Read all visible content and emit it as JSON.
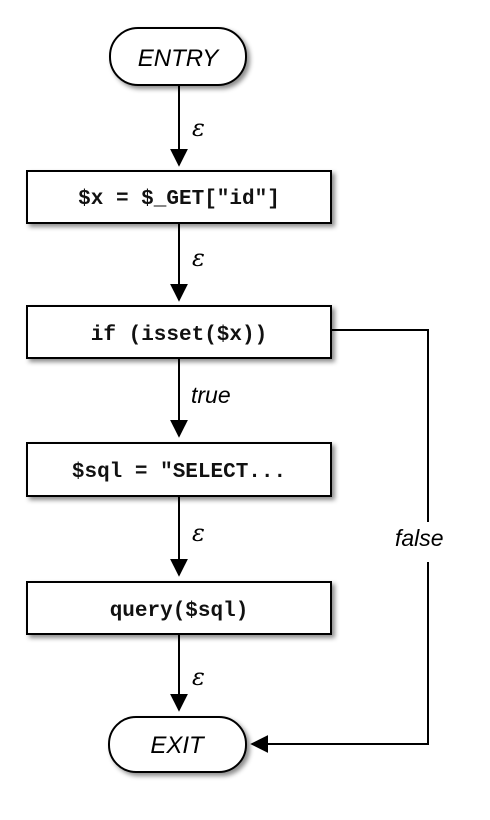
{
  "nodes": {
    "entry": "ENTRY",
    "assign": "$x = $_GET[\"id\"]",
    "condition": "if (isset($x))",
    "sql": "$sql = \"SELECT...",
    "query": "query($sql)",
    "exit": "EXIT"
  },
  "edges": {
    "entry_to_assign": "ε",
    "assign_to_condition": "ε",
    "condition_true": "true",
    "condition_false": "false",
    "sql_to_query": "ε",
    "query_to_exit": "ε"
  }
}
